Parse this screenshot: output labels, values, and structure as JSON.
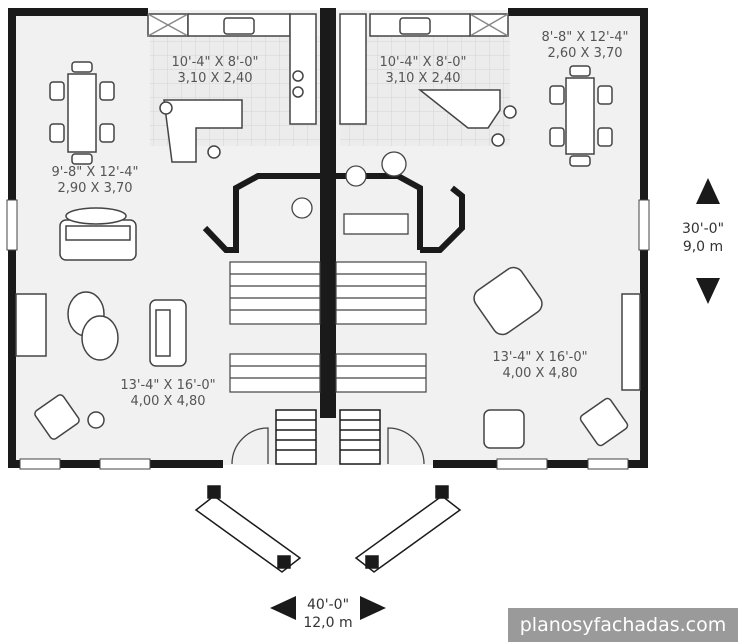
{
  "rooms": {
    "kitchen_left": {
      "dims": "10'-4\" X 8'-0\"",
      "metric": "3,10 X 2,40"
    },
    "kitchen_right": {
      "dims": "10'-4\" X 8'-0\"",
      "metric": "3,10 X 2,40"
    },
    "dining_left": {
      "dims": "9'-8\" X 12'-4\"",
      "metric": "2,90 X 3,70"
    },
    "dining_right": {
      "dims": "8'-8\" X 12'-4\"",
      "metric": "2,60 X 3,70"
    },
    "living_left": {
      "dims": "13'-4\" X 16'-0\"",
      "metric": "4,00 X 4,80"
    },
    "living_right": {
      "dims": "13'-4\" X 16'-0\"",
      "metric": "4,00 X 4,80"
    }
  },
  "overall": {
    "depth": {
      "feet": "30'-0\"",
      "meters": "9,0 m"
    },
    "width": {
      "feet": "40'-0\"",
      "meters": "12,0 m"
    }
  },
  "watermark": "planosyfachadas.com",
  "colors": {
    "wall": "#1a1a1a",
    "floor": "#f1f1f1",
    "tile": "#dcdcdc",
    "line": "#555555"
  }
}
